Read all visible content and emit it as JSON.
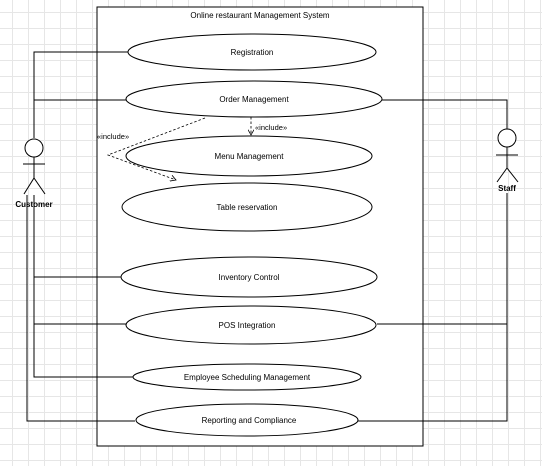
{
  "system": {
    "title": "Online restaurant Management System"
  },
  "actors": {
    "customer": {
      "name": "Customer"
    },
    "staff": {
      "name": "Staff"
    }
  },
  "use_cases": {
    "registration": "Registration",
    "order_management": "Order Management",
    "menu_management": "Menu Management",
    "table_reservation": "Table reservation",
    "inventory_control": "Inventory Control",
    "pos_integration": "POS Integration",
    "employee_scheduling": "Employee Scheduling Management",
    "reporting": "Reporting and Compliance"
  },
  "relations": {
    "include_to_menu": "«include»",
    "include_to_reservation": "«include»"
  }
}
